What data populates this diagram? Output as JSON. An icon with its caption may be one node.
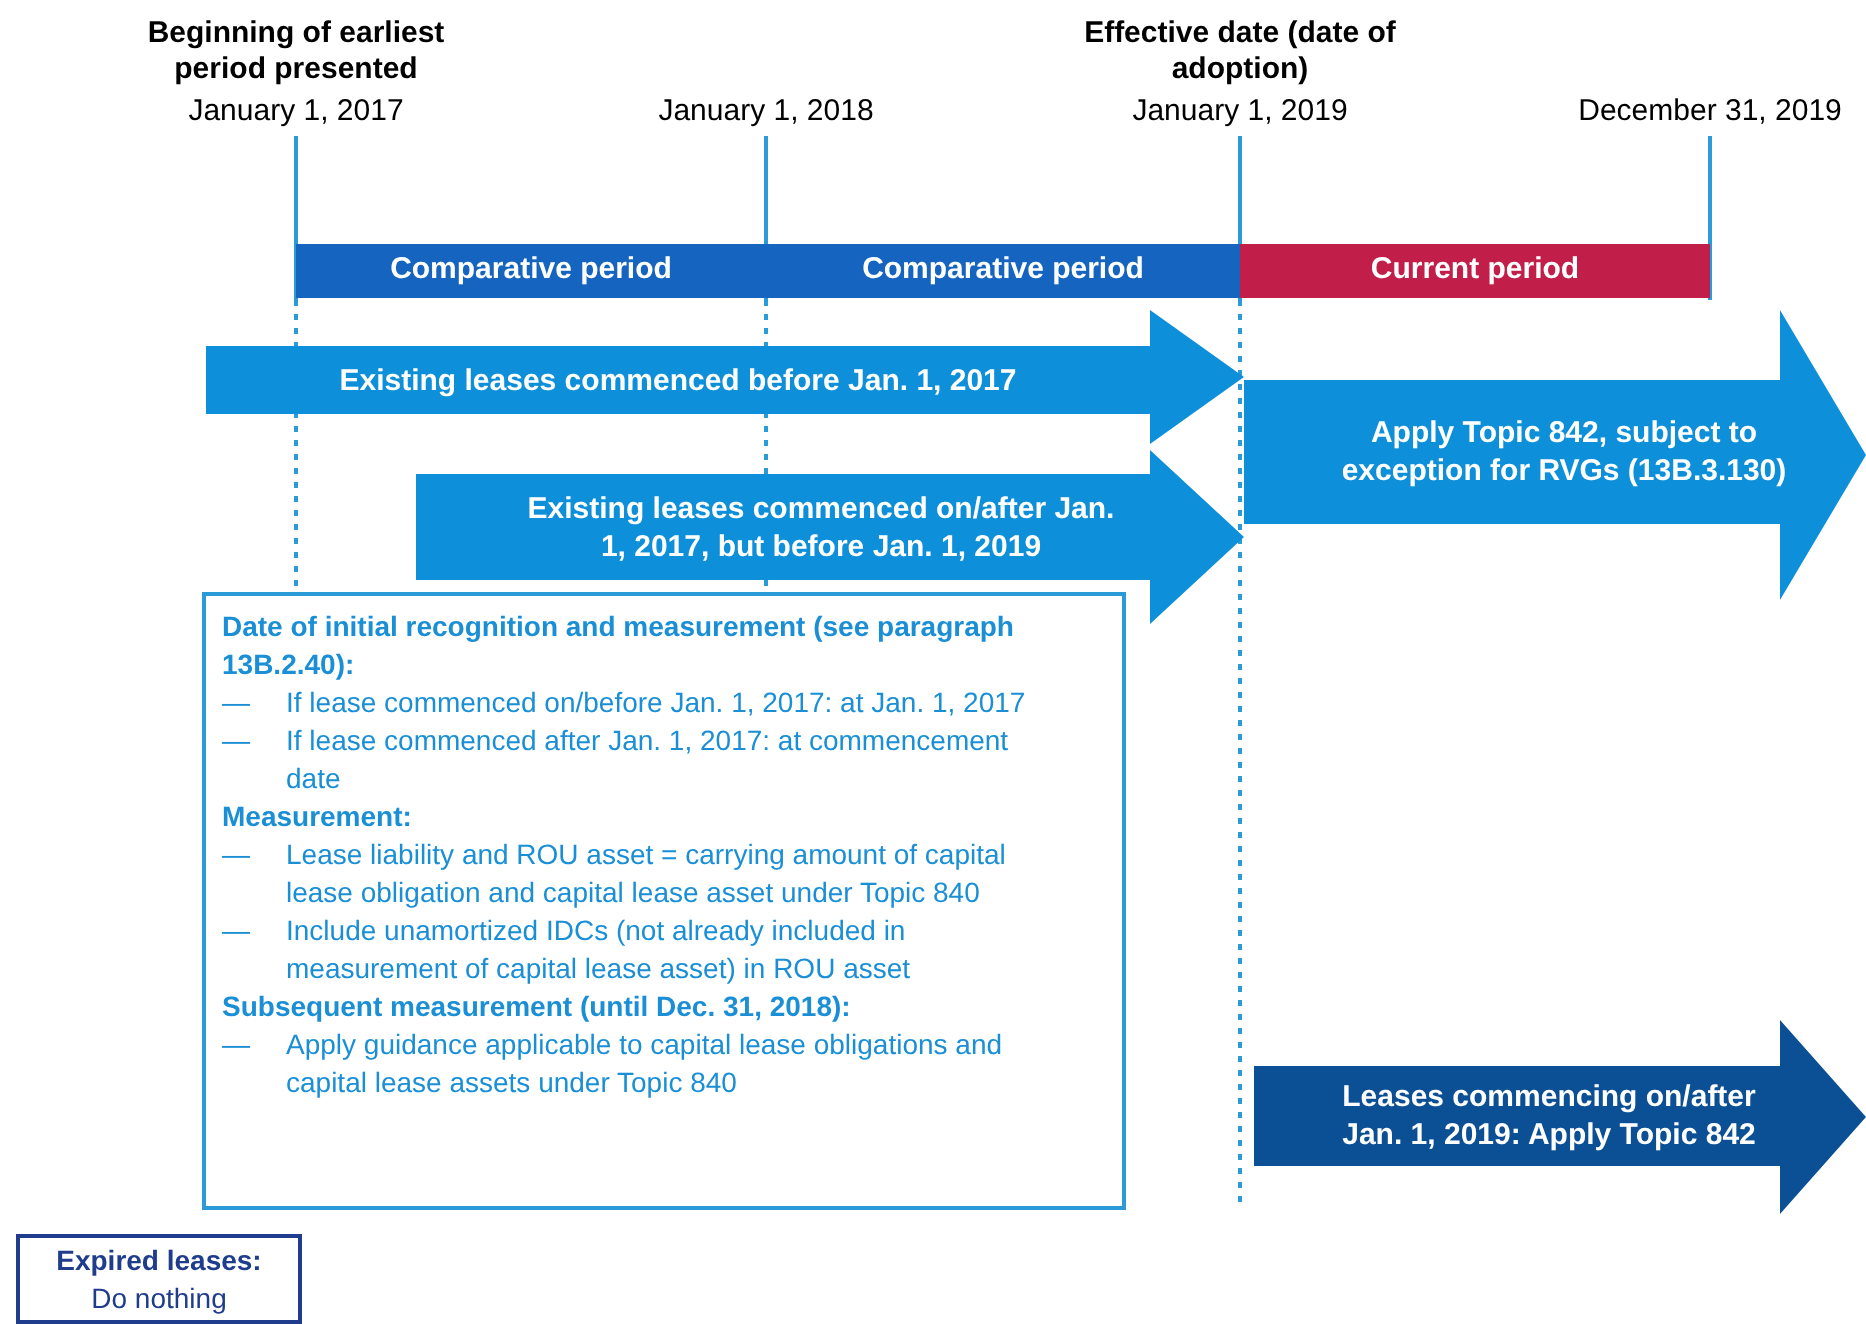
{
  "diagram": {
    "nodes": [
      {
        "text": [
          "Comparative period"
        ]
      },
      {
        "text": [
          "Comparative period"
        ]
      },
      {
        "text": [
          "Current period"
        ]
      },
      {
        "text": [
          "Apply Topic 842, subject to exception for RVGs (13B.3.130)"
        ]
      },
      {
        "text": [
          "Date of initial recognition and measurement (see paragraph 13B.2.40):",
          "— If lease commenced on/before Jan. 1, 2017: at Jan. 1, 2017",
          "— If lease commenced after Jan. 1, 2017: at commencement date",
          "Measurement:",
          "— Lease liability and ROU asset = carrying amount of capital lease obligation and capital lease asset under Topic 840",
          "— Include unamortized IDCs (not already included in measurement of capital lease asset) in ROU asset",
          "Subsequent measurement (until Dec. 31, 2018):",
          "— Apply guidance applicable to capital lease obligations and capital lease assets under Topic 840"
        ]
      },
      {
        "text": [
          "Leases commencing on/after Jan. 1, 2019: Apply Topic 842"
        ]
      },
      {
        "text": [
          "Expired leases:",
          "Do nothing"
        ]
      }
    ],
    "edges": [
      {
        "from": null,
        "to": 3,
        "arrow": "to",
        "label": "Existing leases commenced before Jan. 1, 2017",
        "style": "thick"
      },
      {
        "from": null,
        "to": 3,
        "arrow": "to",
        "label": "Existing leases commenced on/after Jan. 1, 2017, but before Jan. 1, 2019",
        "style": "thick"
      }
    ],
    "labels": [
      "Beginning of earliest period presented",
      "January 1, 2017",
      "January 1, 2018",
      "Effective date (date of adoption)",
      "January 1, 2019",
      "December 31, 2019"
    ]
  }
}
